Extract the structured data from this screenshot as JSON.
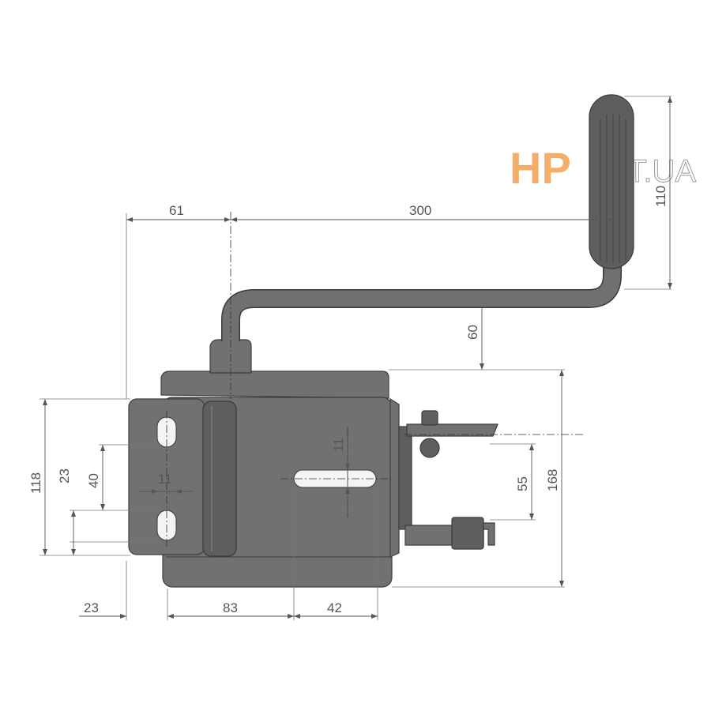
{
  "watermark": {
    "brand": "HP",
    "suffix": "TT.UA"
  },
  "dimensions": {
    "handle_offset": "61",
    "crank_length": "300",
    "grip_length": "110",
    "crank_height": "60",
    "plate_height": "118",
    "hole_offset": "23",
    "hole_spacing": "40",
    "hole_width": "11",
    "slot_width": "11",
    "bracket_spacing": "55",
    "body_height": "168",
    "left_offset": "23",
    "body_to_slot": "83",
    "slot_to_edge": "42"
  }
}
